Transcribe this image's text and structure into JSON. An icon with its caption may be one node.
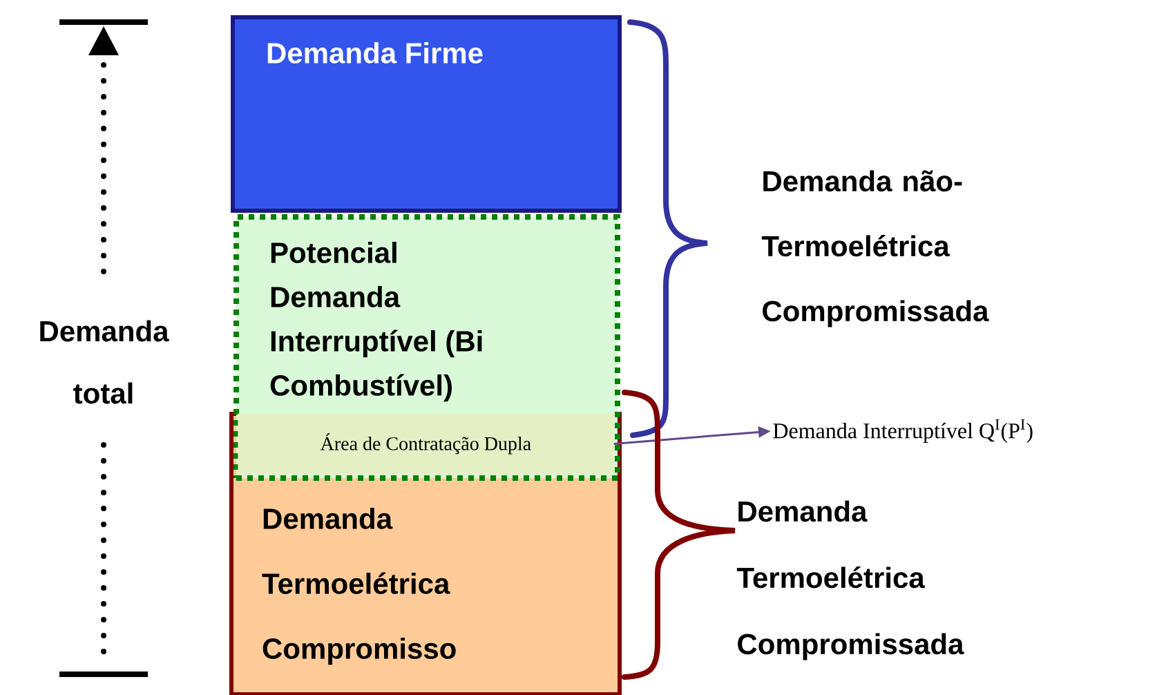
{
  "diagram": {
    "nodes": [
      {
        "text": [
          "Demanda Firme"
        ]
      },
      {
        "text": [
          "Potencial Demanda Interruptível (Bi Combustível)"
        ]
      },
      {
        "text": [
          "Demanda Termoelétrica Compromisso"
        ]
      },
      {
        "text": [
          "Área de Contratação Dupla"
        ]
      },
      {
        "text": [
          "Demanda Interruptível Q$^{I}$(P$^{I}$)"
        ]
      }
    ],
    "edges": [
      {
        "from": 3,
        "to": 4,
        "arrow": "to",
        "color": "#604a8a"
      }
    ],
    "labels": [
      "Demanda total",
      "Demanda não-Termoelétrica Compromissada",
      "Demanda Termoelétrica Compromissada"
    ]
  }
}
